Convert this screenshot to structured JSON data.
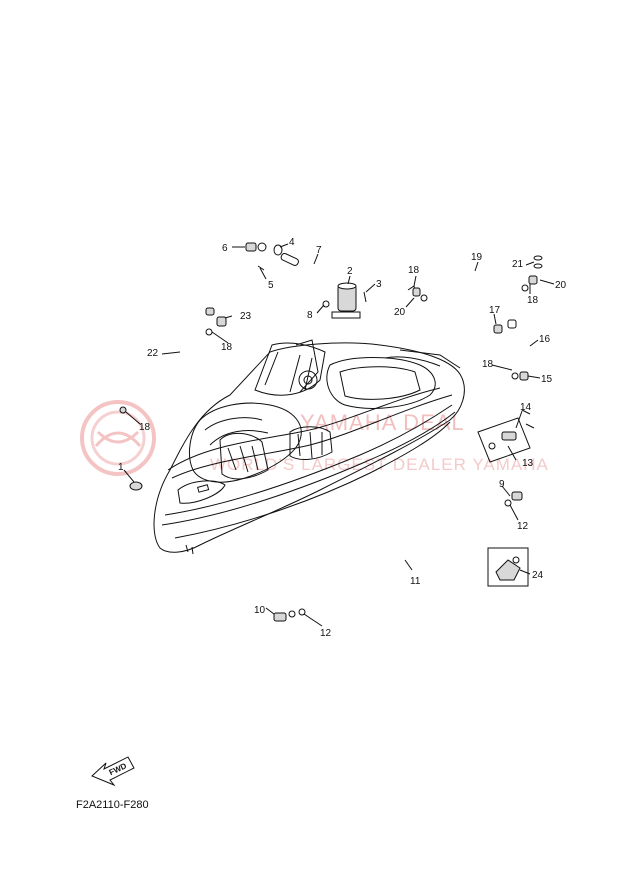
{
  "diagram": {
    "code": "F2A2110-F280",
    "fwd_label": "FWD",
    "watermark_line1": "YAMAHA DEAL",
    "watermark_line2": "WORLD’S LARGEST DEALER YAMAHA",
    "callouts": [
      {
        "id": "c1",
        "label": "1"
      },
      {
        "id": "c2",
        "label": "2"
      },
      {
        "id": "c3",
        "label": "3"
      },
      {
        "id": "c4",
        "label": "4"
      },
      {
        "id": "c5",
        "label": "5"
      },
      {
        "id": "c6",
        "label": "6"
      },
      {
        "id": "c7",
        "label": "7"
      },
      {
        "id": "c8",
        "label": "8"
      },
      {
        "id": "c9",
        "label": "9"
      },
      {
        "id": "c10",
        "label": "10"
      },
      {
        "id": "c11",
        "label": "11"
      },
      {
        "id": "c12a",
        "label": "12"
      },
      {
        "id": "c12b",
        "label": "12"
      },
      {
        "id": "c13",
        "label": "13"
      },
      {
        "id": "c14",
        "label": "14"
      },
      {
        "id": "c15",
        "label": "15"
      },
      {
        "id": "c16",
        "label": "16"
      },
      {
        "id": "c17",
        "label": "17"
      },
      {
        "id": "c18a",
        "label": "18"
      },
      {
        "id": "c18b",
        "label": "18"
      },
      {
        "id": "c18c",
        "label": "18"
      },
      {
        "id": "c18d",
        "label": "18"
      },
      {
        "id": "c18e",
        "label": "18"
      },
      {
        "id": "c19",
        "label": "19"
      },
      {
        "id": "c20a",
        "label": "20"
      },
      {
        "id": "c20b",
        "label": "20"
      },
      {
        "id": "c21",
        "label": "21"
      },
      {
        "id": "c22",
        "label": "22"
      },
      {
        "id": "c23",
        "label": "23"
      },
      {
        "id": "c24",
        "label": "24"
      }
    ]
  }
}
